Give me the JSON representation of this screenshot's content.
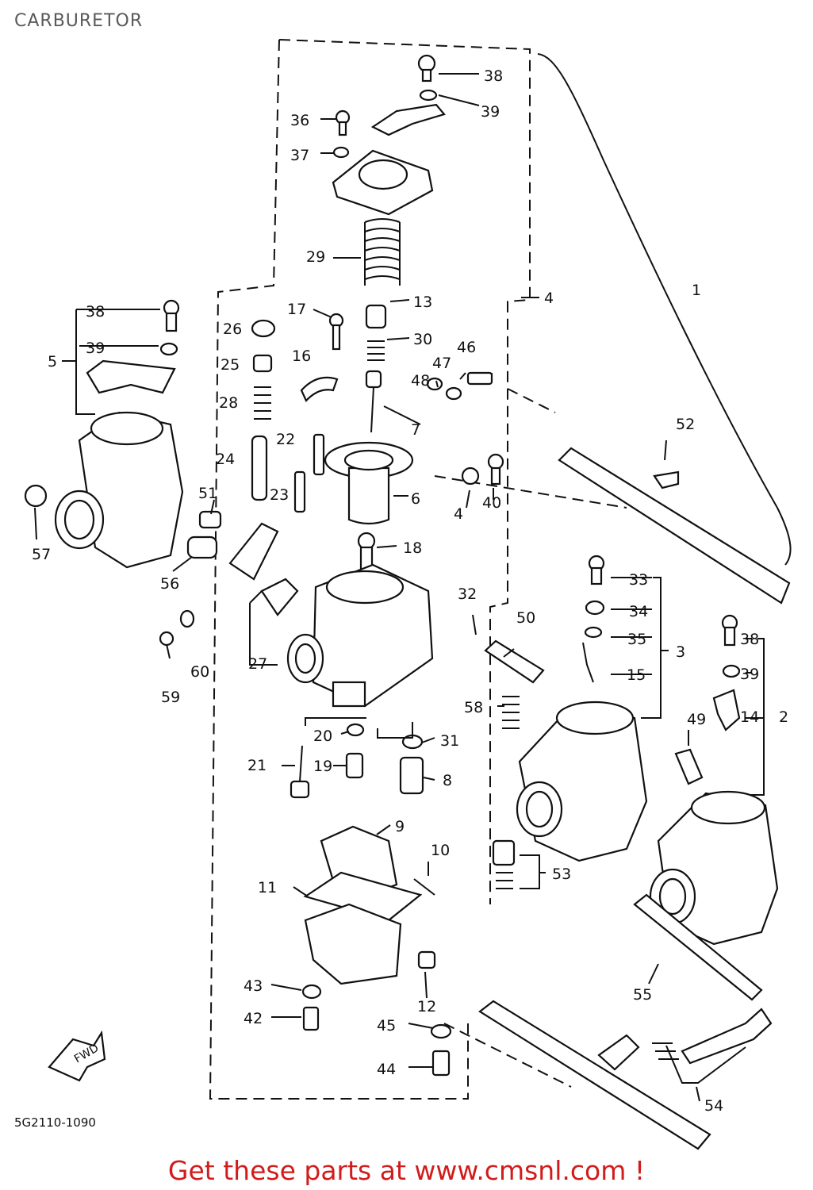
{
  "header": {
    "title": "CARBURETOR"
  },
  "diagram": {
    "code": "5G2110-1090",
    "fwd_label": "FWD",
    "part_numbers": [
      "1",
      "2",
      "3",
      "4",
      "4",
      "5",
      "6",
      "7",
      "8",
      "9",
      "10",
      "11",
      "12",
      "13",
      "14",
      "15",
      "16",
      "17",
      "18",
      "19",
      "20",
      "21",
      "22",
      "23",
      "24",
      "25",
      "26",
      "27",
      "28",
      "29",
      "30",
      "31",
      "32",
      "33",
      "34",
      "35",
      "36",
      "37",
      "38",
      "38",
      "38",
      "39",
      "39",
      "39",
      "40",
      "42",
      "43",
      "44",
      "45",
      "46",
      "47",
      "48",
      "49",
      "50",
      "51",
      "52",
      "53",
      "54",
      "55",
      "56",
      "57",
      "58",
      "59",
      "60"
    ]
  },
  "footer": {
    "cta": "Get these parts at www.cmsnl.com !"
  }
}
